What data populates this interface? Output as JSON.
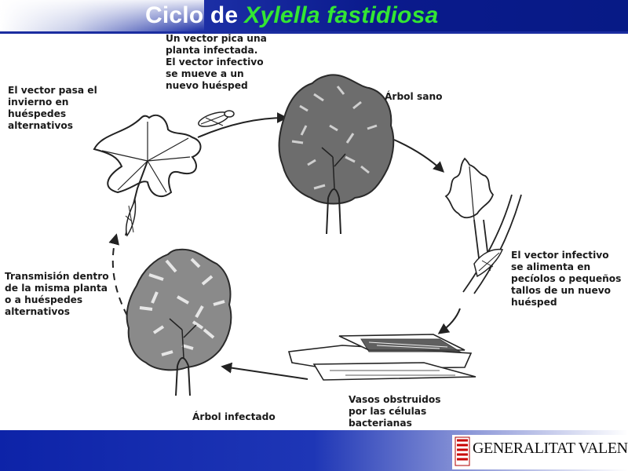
{
  "header": {
    "title_prefix": "Ciclo de",
    "title_species": "Xylella fastidiosa"
  },
  "labels": {
    "vector_bites": "Un vector pica una\nplanta infectada.\nEl vector infectivo\nse mueve a un\nnuevo huésped",
    "winter": "El vector pasa el\ninvierno en\nhuéspedes\nalternativos",
    "healthy_tree": "Árbol sano",
    "feeds": "El vector infectivo\nse alimenta en\npecíolos o pequeños\ntallos de un nuevo\nhuésped",
    "transmission": "Transmisión dentro\nde la misma planta\no a huéspedes\nalternativos",
    "vessels": "Vasos obstruidos\npor las células\nbacterianas",
    "infected_tree": "Árbol infectado"
  },
  "footer": {
    "organization": "GENERALITAT VALENCIANA"
  },
  "colors": {
    "header_blue": "#0a1a8c",
    "title_white": "#ffffff",
    "title_green": "#33e633",
    "healthy_canopy": "#6d6d6d",
    "infected_canopy": "#8a8a8a",
    "line": "#222222"
  }
}
